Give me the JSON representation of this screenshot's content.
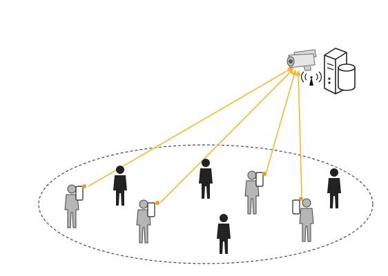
{
  "diagram": {
    "colors": {
      "arrow": "#f5b731",
      "camera_body": "#d9d9d9",
      "camera_lens": "#555555",
      "server_outline": "#222222",
      "ellipse": "#444444",
      "person_gray": "#b5b5b5",
      "person_dark": "#222222",
      "flash": "#f39a1e"
    },
    "nodes": [
      {
        "id": "camera",
        "icon": "surveillance-camera-icon"
      },
      {
        "id": "antenna",
        "icon": "wireless-antenna-icon"
      },
      {
        "id": "server",
        "icon": "server-icon"
      },
      {
        "id": "database",
        "icon": "database-icon"
      }
    ],
    "crowd": {
      "region_icon": "dashed-ellipse",
      "phone_users": 4,
      "bystanders": 4
    }
  }
}
